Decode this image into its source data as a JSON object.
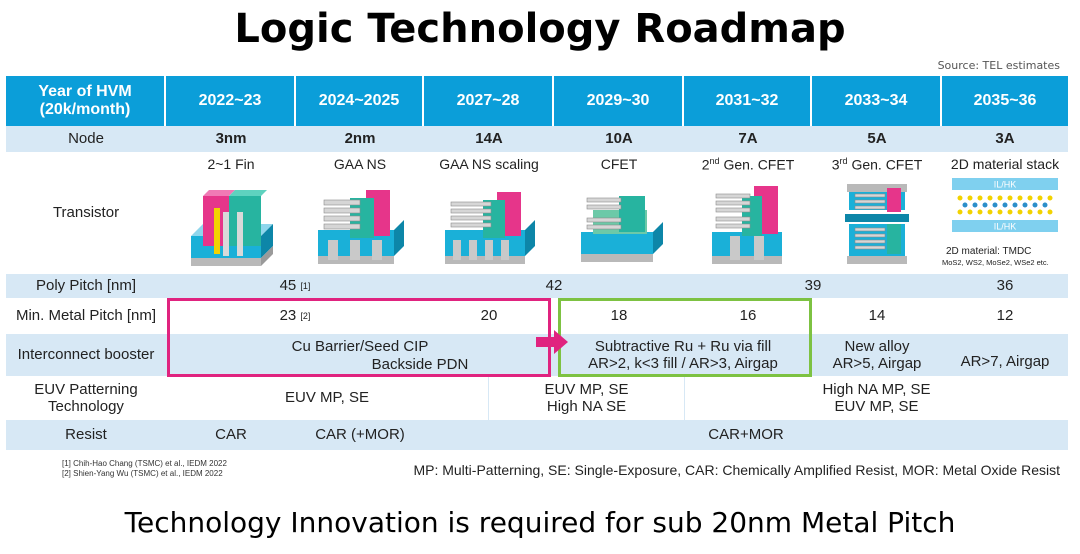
{
  "title": "Logic Technology Roadmap",
  "source": "Source: TEL estimates",
  "header": {
    "label_line1": "Year of HVM",
    "label_line2": "(20k/month)",
    "years": [
      "2022~23",
      "2024~2025",
      "2027~28",
      "2029~30",
      "2031~32",
      "2033~34",
      "2035~36"
    ]
  },
  "node": {
    "label": "Node",
    "values": [
      "3nm",
      "2nm",
      "14A",
      "10A",
      "7A",
      "5A",
      "3A"
    ]
  },
  "transistor": {
    "label": "Transistor",
    "captions": [
      "2~1 Fin",
      "GAA NS",
      "GAA NS scaling",
      "CFET",
      "Gen. CFET",
      "Gen. CFET",
      "2D material stack"
    ],
    "cfet_sups": [
      "nd",
      "rd"
    ],
    "cfet_prefix": [
      "2",
      "3"
    ],
    "il_hk": "IL/HK",
    "tmdc_line1": "2D material: TMDC",
    "tmdc_line2": "MoS2, WS2, MoSe2, WSe2 etc."
  },
  "poly_pitch": {
    "label": "Poly Pitch [nm]",
    "v1": "45",
    "v1_ref": "[1]",
    "v2": "42",
    "v3": "39",
    "v4": "36"
  },
  "metal_pitch": {
    "label": "Min. Metal Pitch [nm]",
    "v1": "23",
    "v1_ref": "[2]",
    "v2": "20",
    "v3": "18",
    "v4": "16",
    "v5": "14",
    "v6": "12"
  },
  "interconnect": {
    "label": "Interconnect booster",
    "a_line1": "Cu Barrier/Seed CIP",
    "a_line2": "Backside PDN",
    "b_line1": "Subtractive Ru + Ru via fill",
    "b_line2": "AR>2, k<3 fill  /  AR>3, Airgap",
    "c_line1": "New alloy",
    "c_line2": "AR>5, Airgap",
    "d": "AR>7, Airgap"
  },
  "euv": {
    "label_line1": "EUV Patterning",
    "label_line2": "Technology",
    "a": "EUV MP, SE",
    "b_line1": "EUV MP, SE",
    "b_line2": "High NA SE",
    "c_line1": "High NA MP, SE",
    "c_line2": "EUV MP, SE"
  },
  "resist": {
    "label": "Resist",
    "a": "CAR",
    "b": "CAR (+MOR)",
    "c": "CAR+MOR"
  },
  "footnotes": [
    "[1] Chih-Hao Chang (TSMC) et al., IEDM 2022",
    "[2] Shien-Yang Wu (TSMC) et al., IEDM 2022"
  ],
  "legend": "MP: Multi-Patterning, SE: Single-Exposure, CAR: Chemically Amplified Resist, MOR: Metal Oxide Resist",
  "bottom_text": "Technology Innovation is required for sub 20nm Metal Pitch",
  "colors": {
    "header_blue": "#0b9ed9",
    "row_alt": "#d7e8f5",
    "magenta_box": "#e0237f",
    "green_box": "#7dc242",
    "arrow": "#e0237f"
  }
}
